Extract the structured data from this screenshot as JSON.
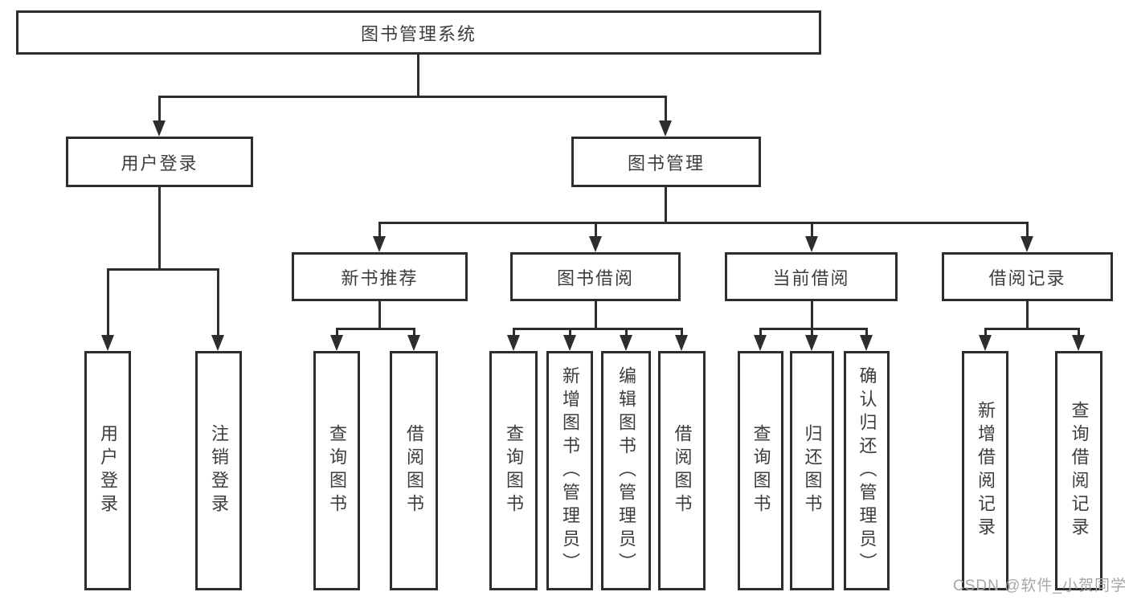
{
  "diagram": {
    "title": "图书管理系统",
    "colors": {
      "line": "#2d2d2d",
      "text": "#3d3d3d",
      "background": "#ffffff",
      "watermark": "#a6a6a6"
    },
    "root": {
      "label": "图书管理系统"
    },
    "branches": [
      {
        "label": "用户登录",
        "children": [
          {
            "label": "用户登录"
          },
          {
            "label": "注销登录"
          }
        ]
      },
      {
        "label": "图书管理",
        "children": [
          {
            "label": "新书推荐",
            "children": [
              {
                "label": "查询图书"
              },
              {
                "label": "借阅图书"
              }
            ]
          },
          {
            "label": "图书借阅",
            "children": [
              {
                "label": "查询图书"
              },
              {
                "label": "新增图书（管理员）"
              },
              {
                "label": "编辑图书（管理员）"
              },
              {
                "label": "借阅图书"
              }
            ]
          },
          {
            "label": "当前借阅",
            "children": [
              {
                "label": "查询图书"
              },
              {
                "label": "归还图书"
              },
              {
                "label": "确认归还（管理员）"
              }
            ]
          },
          {
            "label": "借阅记录",
            "children": [
              {
                "label": "新增借阅记录"
              },
              {
                "label": "查询借阅记录"
              }
            ]
          }
        ]
      }
    ],
    "watermark": "CSDN @软件_小贺同学"
  }
}
